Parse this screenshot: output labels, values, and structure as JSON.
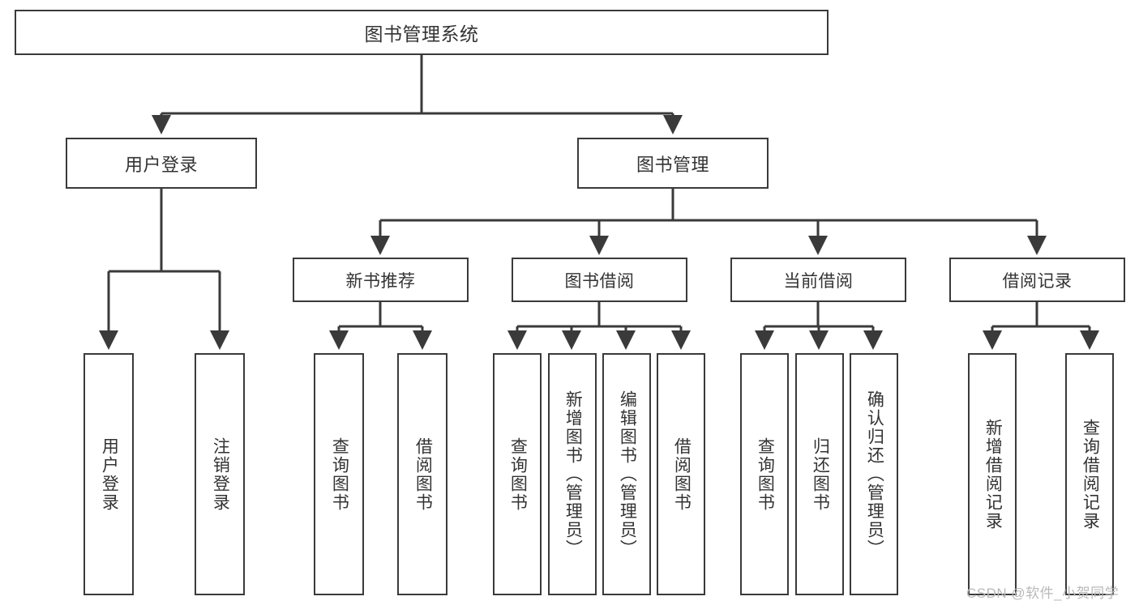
{
  "diagram": {
    "title": "图书管理系统",
    "watermark": "CSDN @软件_小贺同学",
    "colors": {
      "stroke": "#3a3a3a",
      "text": "#333333",
      "background": "#ffffff",
      "watermark": "#b9b9b9"
    },
    "root": {
      "label": "图书管理系统"
    },
    "level1": [
      {
        "label": "用户登录"
      },
      {
        "label": "图书管理"
      }
    ],
    "level2": [
      {
        "label": "新书推荐"
      },
      {
        "label": "图书借阅"
      },
      {
        "label": "当前借阅"
      },
      {
        "label": "借阅记录"
      }
    ],
    "leaves": {
      "user_login": [
        {
          "label": "用户登录"
        },
        {
          "label": "注销登录"
        }
      ],
      "new_book_recommend": [
        {
          "label": "查询图书"
        },
        {
          "label": "借阅图书"
        }
      ],
      "book_borrow": [
        {
          "label": "查询图书"
        },
        {
          "label": "新增图书（管理员）"
        },
        {
          "label": "编辑图书（管理员）"
        },
        {
          "label": "借阅图书"
        }
      ],
      "current_borrow": [
        {
          "label": "查询图书"
        },
        {
          "label": "归还图书"
        },
        {
          "label": "确认归还（管理员）"
        }
      ],
      "borrow_record": [
        {
          "label": "新增借阅记录"
        },
        {
          "label": "查询借阅记录"
        }
      ]
    }
  }
}
